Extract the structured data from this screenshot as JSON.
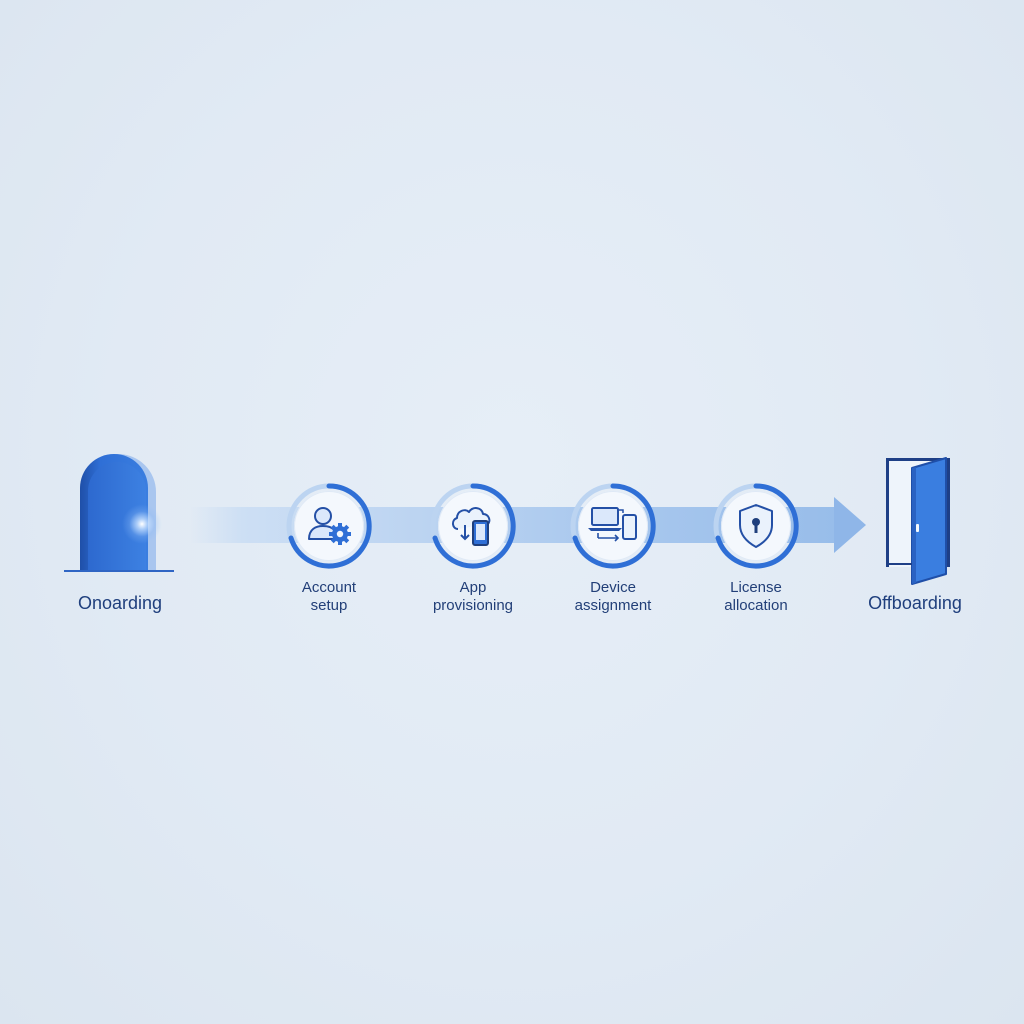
{
  "colors": {
    "background": "#e1eaf4",
    "accent_blue": "#2f6fd6",
    "dark_blue": "#1f3f7d",
    "flow_band": "#a9c8ee"
  },
  "start": {
    "label": "Onoarding",
    "icon": "arched-doorway-icon"
  },
  "steps": [
    {
      "line1": "Account",
      "line2": "setup",
      "icon": "user-gear-icon"
    },
    {
      "line1": "App",
      "line2": "provisioning",
      "icon": "cloud-download-phone-icon"
    },
    {
      "line1": "Device",
      "line2": "assignment",
      "icon": "laptop-phone-transfer-icon"
    },
    {
      "line1": "License",
      "line2": "allocation",
      "icon": "shield-keyhole-icon"
    }
  ],
  "end": {
    "label": "Offboarding",
    "icon": "open-door-icon"
  }
}
